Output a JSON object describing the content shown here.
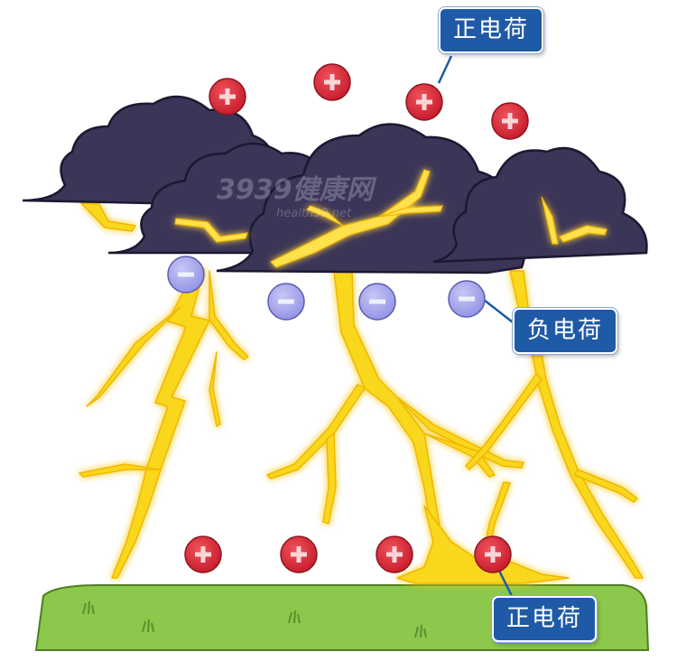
{
  "callouts": {
    "positive_top": "正电荷",
    "negative": "负电荷",
    "positive_bottom": "正电荷"
  },
  "watermark": {
    "logo_text": "3939健康网",
    "url_text": "health39.net"
  },
  "charges": {
    "positive_symbol": "+",
    "negative_symbol": "−"
  },
  "colors": {
    "cloud": "#3b3558",
    "cloud_outline": "#1c1830",
    "lightning": "#f9d71c",
    "lightning_glow": "#fff3a0",
    "ground": "#8cc84b",
    "positive_charge": "#e0303e",
    "negative_charge": "#a9a9ee",
    "callout_bg": "#1f5aa6"
  }
}
